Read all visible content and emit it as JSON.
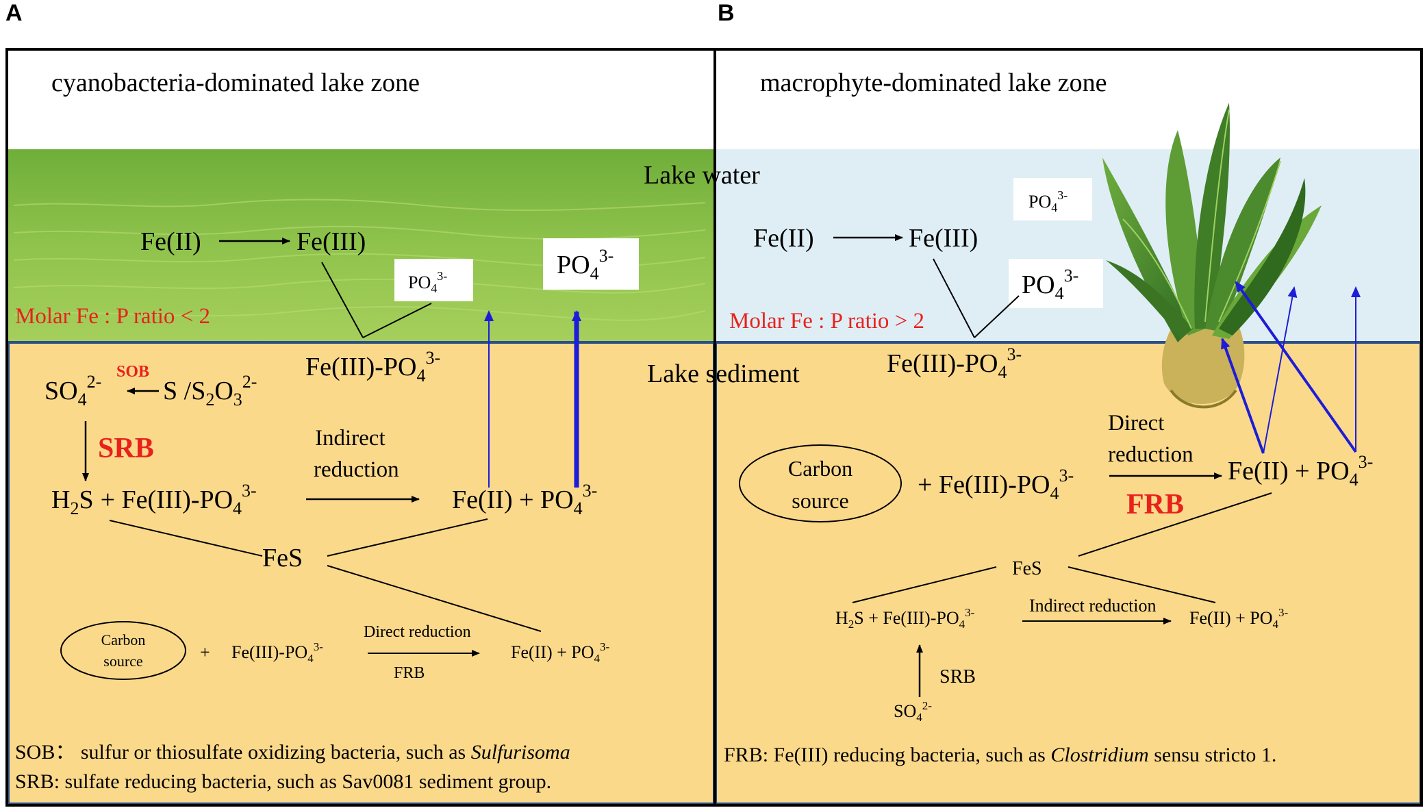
{
  "panel_a": {
    "label": "A",
    "zone_title": "cyanobacteria-dominated lake zone",
    "ratio": "Molar Fe : P ratio < 2",
    "fe2": "Fe(II)",
    "fe3": "Fe(III)",
    "po4_box_small": "PO",
    "po4_box_big": "PO",
    "sub4": "4",
    "sup3": "3-",
    "sup2": "2-",
    "sub2": "2",
    "sub3": "3",
    "fe3po4": "Fe(III)-PO",
    "so4": "SO",
    "sob": "SOB",
    "s_s2o3": "S /S",
    "o": "O",
    "srb": "SRB",
    "h2s_h": "H",
    "h2s_s": "S",
    "plus_fe3po4": "+ Fe(III)-PO",
    "indirect_1": "Indirect",
    "indirect_2": "reduction",
    "fe2_plus_po4": "Fe(II) + PO",
    "fes": "FeS",
    "carbon_1": "Carbon",
    "carbon_2": "source",
    "plus": "+",
    "fe3po4_small": "Fe(III)-PO",
    "direct_reduction": "Direct  reduction",
    "frb": "FRB",
    "fe2_po4_small": "Fe(II)  + PO",
    "foot_sob": "SOB： sulfur  or thiosulfate  oxidizing  bacteria,  such  as ",
    "foot_sob_italic": "Sulfurisoma",
    "foot_srb": "SRB:  sulfate  reducing  bacteria,  such  as Sav0081 sediment  group."
  },
  "panel_b": {
    "label": "B",
    "zone_title": "macrophyte-dominated lake zone",
    "lake_water": "Lake water",
    "lake_sediment": "Lake sediment",
    "ratio": "Molar Fe : P ratio > 2",
    "fe2": "Fe(II)",
    "fe3": "Fe(III)",
    "po4": "PO",
    "fe3po4": "Fe(III)-PO",
    "carbon_1": "Carbon",
    "carbon_2": "source",
    "plus_fe3po4": "+ Fe(III)-PO",
    "direct_1": "Direct",
    "direct_2": "reduction",
    "fe2_plus_po4": "Fe(II) + PO",
    "frb": "FRB",
    "fes": "FeS",
    "h2s_h": "H",
    "h2s_rest": "S + Fe(III)-PO",
    "indirect_reduction": "Indirect  reduction",
    "fe2_po4_small": "Fe(II)  + PO",
    "srb": "SRB",
    "so4": "SO",
    "foot_frb": "FRB:  Fe(III)  reducing  bacteria,  such  as ",
    "foot_frb_italic": "Clostridium",
    "foot_frb_end": " sensu  stricto  1."
  },
  "colors": {
    "sediment": "#fbd98b",
    "water_a": "#8dc049",
    "water_b": "#dfeef5",
    "label_red": "#e8211d",
    "arrow_blue": "#1d1dd8",
    "frame_blue": "#2b4f86"
  }
}
